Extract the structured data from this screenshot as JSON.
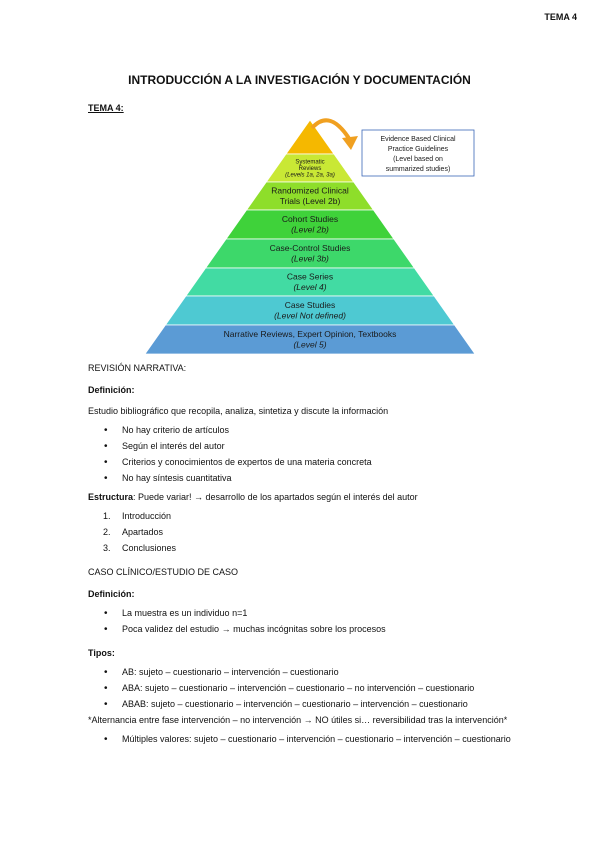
{
  "header": {
    "tag": "TEMA 4"
  },
  "title": "INTRODUCCIÓN A LA INVESTIGACIÓN Y DOCUMENTACIÓN",
  "subheading": "TEMA 4:",
  "pyramid": {
    "callout": [
      "Evidence Based Clinical",
      "Practice Guidelines",
      "(Level based on",
      "summarized studies)"
    ],
    "levels": [
      {
        "lines": [
          "Systematic",
          "Reviews",
          "(Levels 1a, 2a, 3a)"
        ],
        "color": "#c9e835"
      },
      {
        "lines": [
          "Randomized Clinical",
          "Trials (Level 2b)"
        ],
        "color": "#8ede2a"
      },
      {
        "lines": [
          "Cohort Studies",
          "(Level 2b)"
        ],
        "color": "#3fd23a"
      },
      {
        "lines": [
          "Case-Control Studies",
          "(Level 3b)"
        ],
        "color": "#3dd86a"
      },
      {
        "lines": [
          "Case Series",
          "(Level 4)"
        ],
        "color": "#42dba3"
      },
      {
        "lines": [
          "Case Studies",
          "(Level Not defined)"
        ],
        "color": "#4ec9d2"
      },
      {
        "lines": [
          "Narrative Reviews, Expert Opinion, Textbooks",
          "(Level 5)"
        ],
        "color": "#5b9bd5"
      }
    ],
    "apex_color": "#f5b800",
    "arrow_color": "#f0a020"
  },
  "section1": {
    "heading": "REVISIÓN NARRATIVA:",
    "def_label": "Definición:",
    "def_text": "Estudio bibliográfico que recopila, analiza, sintetiza y discute la información",
    "bullets": [
      "No hay criterio de artículos",
      "Según el interés del autor",
      "Criterios y conocimientos de expertos de una materia concreta",
      "No hay síntesis cuantitativa"
    ],
    "struct_label": "Estructura",
    "struct_text": ": Puede variar! → desarrollo de los apartados según el interés del autor",
    "numbered": [
      {
        "n": "1.",
        "text": "Introducción"
      },
      {
        "n": "2.",
        "text": "Apartados"
      },
      {
        "n": "3.",
        "text": "Conclusiones"
      }
    ]
  },
  "section2": {
    "heading": "CASO CLÍNICO/ESTUDIO DE CASO",
    "def_label": "Definición:",
    "bullets": [
      "La muestra es un individuo n=1",
      "Poca validez del estudio → muchas incógnitas sobre los procesos"
    ],
    "tipos_label": "Tipos:",
    "tipos": [
      "AB: sujeto – cuestionario – intervención – cuestionario",
      "ABA: sujeto – cuestionario – intervención – cuestionario – no intervención – cuestionario",
      "ABAB: sujeto – cuestionario – intervención – cuestionario – intervención – cuestionario"
    ],
    "note": "*Alternancia entre fase intervención – no intervención → NO útiles si… reversibilidad tras la intervención*",
    "multi": [
      "Múltiples valores: sujeto – cuestionario – intervención – cuestionario – intervención – cuestionario"
    ]
  }
}
